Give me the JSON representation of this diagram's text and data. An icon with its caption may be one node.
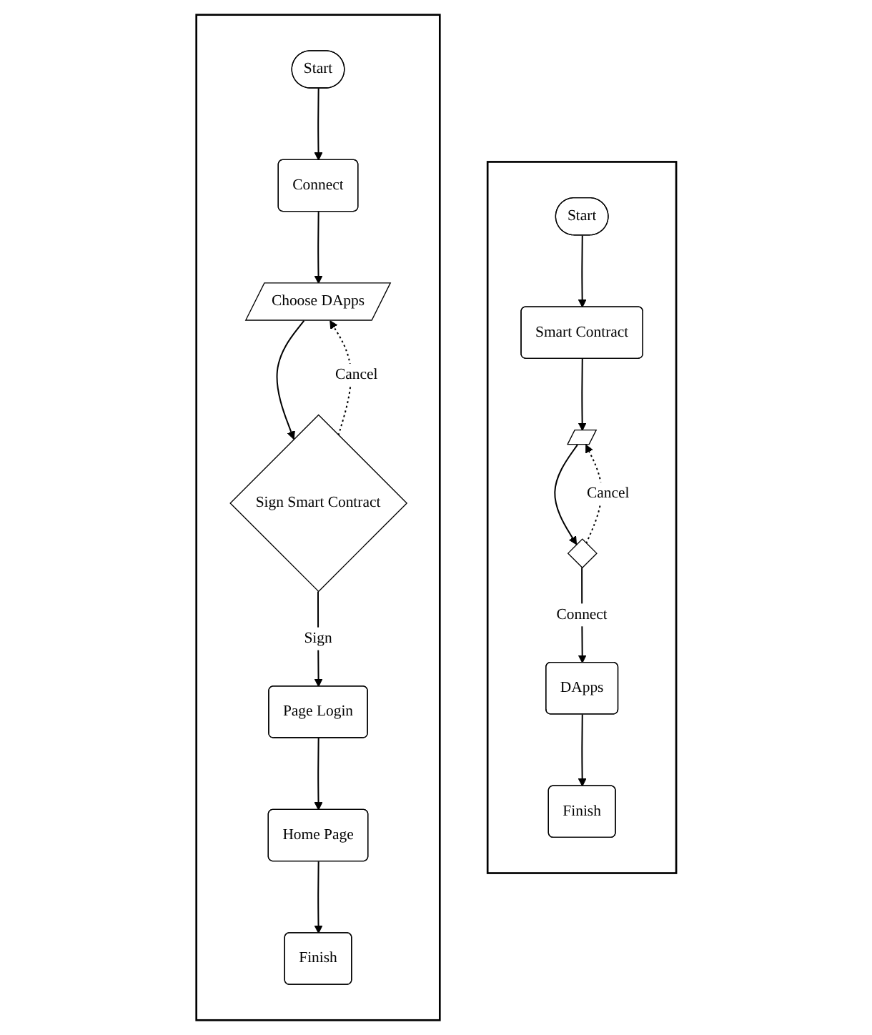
{
  "diagram": {
    "nodes": [
      {
        "text": [],
        "shape": "box"
      },
      {
        "text": [
          "Start"
        ],
        "in": 0
      },
      {
        "text": [
          "Connect"
        ],
        "in": 0
      },
      {
        "text": [
          "Choose DApps"
        ],
        "in": 0
      },
      {
        "text": [
          "Sign Smart Contract"
        ],
        "in": 0
      },
      {
        "text": [
          "Page Login"
        ],
        "in": 0
      },
      {
        "text": [
          "Home Page"
        ],
        "in": 0
      },
      {
        "text": [
          "Finish"
        ],
        "in": 0
      },
      {
        "text": [],
        "shape": "box"
      },
      {
        "text": [
          "Start"
        ],
        "in": 8
      },
      {
        "text": [
          "Smart Contract"
        ],
        "in": 8
      },
      {
        "text": [],
        "shape": "parallelogram",
        "in": 8
      },
      {
        "text": [],
        "shape": "diamond",
        "in": 8
      },
      {
        "text": [
          "DApps"
        ],
        "in": 8
      },
      {
        "text": [
          "Finish"
        ],
        "in": 8
      }
    ],
    "edges": [
      {
        "from": 1,
        "to": 2,
        "arrow": "to"
      },
      {
        "from": 2,
        "to": 3,
        "arrow": "to"
      },
      {
        "from": 3,
        "to": 4,
        "arrow": "to"
      },
      {
        "from": 4,
        "to": 5,
        "arrow": "to",
        "label": "Sign"
      },
      {
        "from": 5,
        "to": 6,
        "arrow": "to"
      },
      {
        "from": 6,
        "to": 7,
        "arrow": "to"
      },
      {
        "from": 4,
        "to": 3,
        "arrow": "to",
        "label": "Cancel",
        "style": "dashed"
      },
      {
        "from": 9,
        "to": 10,
        "arrow": "to"
      },
      {
        "from": 10,
        "to": 11,
        "arrow": "to"
      },
      {
        "from": 11,
        "to": 12,
        "arrow": "to"
      },
      {
        "from": 12,
        "to": 13,
        "arrow": "to",
        "label": "Connect"
      },
      {
        "from": 13,
        "to": 14,
        "arrow": "to"
      },
      {
        "from": 12,
        "to": 11,
        "arrow": "to",
        "label": "Cancel",
        "style": "dashed"
      }
    ]
  }
}
